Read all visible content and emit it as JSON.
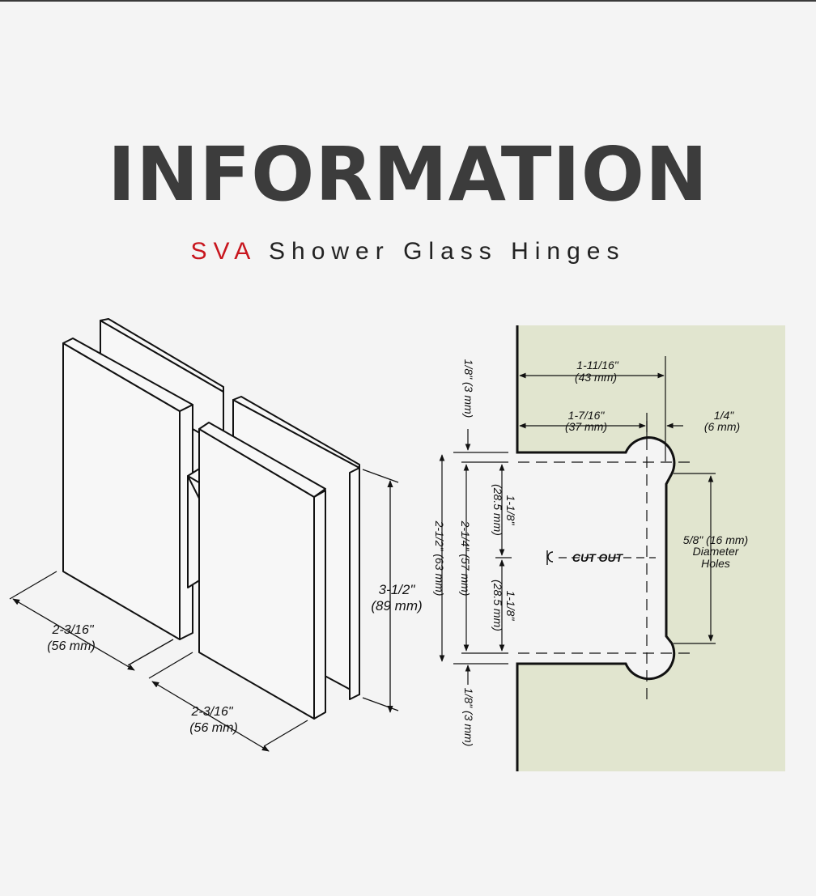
{
  "header": {
    "title": "INFORMATION",
    "brand": "SVA",
    "subtitle_rest": "Shower Glass Hinges"
  },
  "iso_dims": {
    "width_left": "2-3/16\"",
    "width_left_mm": "(56 mm)",
    "width_right": "2-3/16\"",
    "width_right_mm": "(56 mm)",
    "height": "3-1/2\"",
    "height_mm": "(89 mm)"
  },
  "cutout_dims": {
    "top_gap": "1/8\" (3 mm)",
    "bottom_gap": "1/8\" (3 mm)",
    "depth_outer": "1-11/16\"",
    "depth_outer_mm": "(43 mm)",
    "depth_inner": "1-7/16\"",
    "depth_inner_mm": "(37 mm)",
    "edge_offset": "1/4\"",
    "edge_offset_mm": "(6 mm)",
    "half_upper": "1-1/8\"",
    "half_upper_mm": "(28.5 mm)",
    "half_lower": "1-1/8\"",
    "half_lower_mm": "(28.5 mm)",
    "center_span": "2-1/4\" (57 mm)",
    "total_span": "2-1/2\" (63 mm)",
    "centerline_label": "CUT OUT",
    "hole_line1": "5/8\" (16 mm)",
    "hole_line2": "Diameter",
    "hole_line3": "Holes"
  },
  "colors": {
    "glass_fill": "#e1e5cf",
    "brand": "#c8161e"
  }
}
